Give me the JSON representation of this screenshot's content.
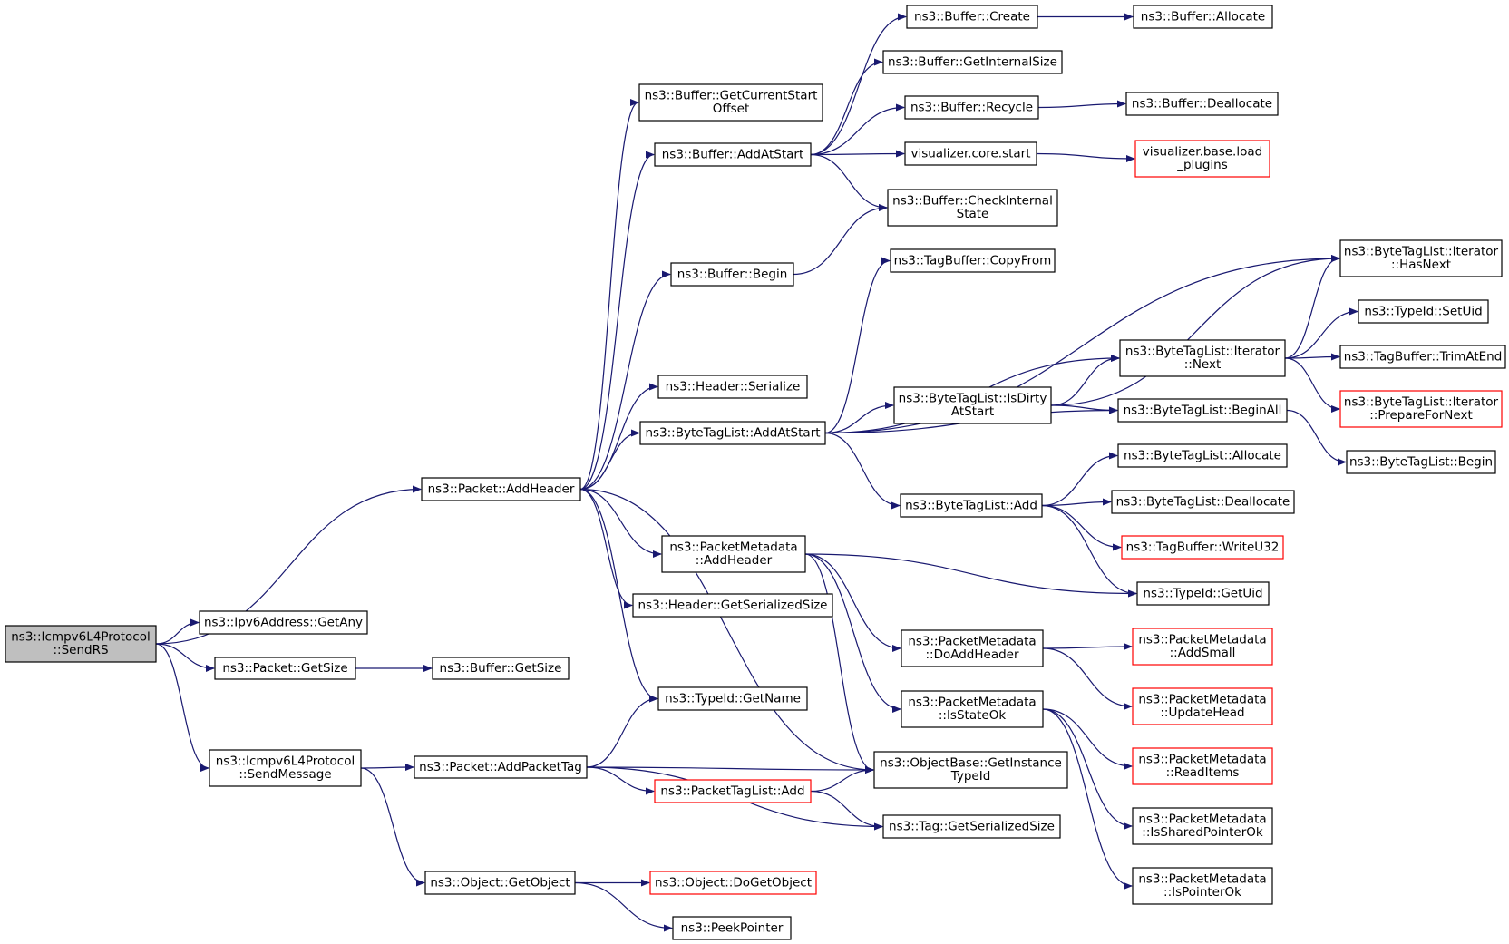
{
  "colors": {
    "edge": "#191970",
    "root_fill": "#bfbfbf",
    "node_border": "#000000",
    "undocumented_border": "#ff0000",
    "background": "#ffffff"
  },
  "nodes": [
    {
      "id": "sendrs",
      "lines": [
        "ns3::Icmpv6L4Protocol",
        "::SendRS"
      ],
      "root": true
    },
    {
      "id": "ipv6any",
      "lines": [
        "ns3::Ipv6Address::GetAny"
      ]
    },
    {
      "id": "pktgetsize",
      "lines": [
        "ns3::Packet::GetSize"
      ]
    },
    {
      "id": "bufgetsize",
      "lines": [
        "ns3::Buffer::GetSize"
      ]
    },
    {
      "id": "sendmessage",
      "lines": [
        "ns3::Icmpv6L4Protocol",
        "::SendMessage"
      ]
    },
    {
      "id": "addpackettag",
      "lines": [
        "ns3::Packet::AddPacketTag"
      ]
    },
    {
      "id": "getobject",
      "lines": [
        "ns3::Object::GetObject"
      ]
    },
    {
      "id": "dogetobject",
      "lines": [
        "ns3::Object::DoGetObject"
      ],
      "undocumented": true
    },
    {
      "id": "peekpointer",
      "lines": [
        "ns3::PeekPointer"
      ]
    },
    {
      "id": "addheader",
      "lines": [
        "ns3::Packet::AddHeader"
      ]
    },
    {
      "id": "getcurrentstart",
      "lines": [
        "ns3::Buffer::GetCurrentStart",
        "Offset"
      ]
    },
    {
      "id": "bufaddatstart",
      "lines": [
        "ns3::Buffer::AddAtStart"
      ]
    },
    {
      "id": "bufbegin",
      "lines": [
        "ns3::Buffer::Begin"
      ]
    },
    {
      "id": "hdrserialize",
      "lines": [
        "ns3::Header::Serialize"
      ]
    },
    {
      "id": "btladdatstart",
      "lines": [
        "ns3::ByteTagList::AddAtStart"
      ]
    },
    {
      "id": "pmaddheader",
      "lines": [
        "ns3::PacketMetadata",
        "::AddHeader"
      ]
    },
    {
      "id": "hdrgetsersize",
      "lines": [
        "ns3::Header::GetSerializedSize"
      ]
    },
    {
      "id": "typeidgetname",
      "lines": [
        "ns3::TypeId::GetName"
      ]
    },
    {
      "id": "pkttaglistadd",
      "lines": [
        "ns3::PacketTagList::Add"
      ],
      "undocumented": true
    },
    {
      "id": "bufcreate",
      "lines": [
        "ns3::Buffer::Create"
      ]
    },
    {
      "id": "bufinternalsize",
      "lines": [
        "ns3::Buffer::GetInternalSize"
      ]
    },
    {
      "id": "bufrecycle",
      "lines": [
        "ns3::Buffer::Recycle"
      ]
    },
    {
      "id": "vizstart",
      "lines": [
        "visualizer.core.start"
      ]
    },
    {
      "id": "bufcheck",
      "lines": [
        "ns3::Buffer::CheckInternal",
        "State"
      ]
    },
    {
      "id": "tbcopyfrom",
      "lines": [
        "ns3::TagBuffer::CopyFrom"
      ]
    },
    {
      "id": "btlisdirty",
      "lines": [
        "ns3::ByteTagList::IsDirty",
        "AtStart"
      ]
    },
    {
      "id": "btladd",
      "lines": [
        "ns3::ByteTagList::Add"
      ]
    },
    {
      "id": "pmdoaddheader",
      "lines": [
        "ns3::PacketMetadata",
        "::DoAddHeader"
      ]
    },
    {
      "id": "pmisstateok",
      "lines": [
        "ns3::PacketMetadata",
        "::IsStateOk"
      ]
    },
    {
      "id": "objbasegetid",
      "lines": [
        "ns3::ObjectBase::GetInstance",
        "TypeId"
      ]
    },
    {
      "id": "taggetsersize",
      "lines": [
        "ns3::Tag::GetSerializedSize"
      ]
    },
    {
      "id": "bufallocate",
      "lines": [
        "ns3::Buffer::Allocate"
      ]
    },
    {
      "id": "bufdeallocate",
      "lines": [
        "ns3::Buffer::Deallocate"
      ]
    },
    {
      "id": "vizloadplugins",
      "lines": [
        "visualizer.base.load",
        "_plugins"
      ],
      "undocumented": true
    },
    {
      "id": "btlitnext",
      "lines": [
        "ns3::ByteTagList::Iterator",
        "::Next"
      ]
    },
    {
      "id": "btlbeginall",
      "lines": [
        "ns3::ByteTagList::BeginAll"
      ]
    },
    {
      "id": "btlallocate",
      "lines": [
        "ns3::ByteTagList::Allocate"
      ]
    },
    {
      "id": "btldeallocate",
      "lines": [
        "ns3::ByteTagList::Deallocate"
      ]
    },
    {
      "id": "tbwriteu32",
      "lines": [
        "ns3::TagBuffer::WriteU32"
      ],
      "undocumented": true
    },
    {
      "id": "typeidgetuid",
      "lines": [
        "ns3::TypeId::GetUid"
      ]
    },
    {
      "id": "pmaddsmall",
      "lines": [
        "ns3::PacketMetadata",
        "::AddSmall"
      ],
      "undocumented": true
    },
    {
      "id": "pmupdatehead",
      "lines": [
        "ns3::PacketMetadata",
        "::UpdateHead"
      ],
      "undocumented": true
    },
    {
      "id": "pmreaditems",
      "lines": [
        "ns3::PacketMetadata",
        "::ReadItems"
      ],
      "undocumented": true
    },
    {
      "id": "pmissharedptr",
      "lines": [
        "ns3::PacketMetadata",
        "::IsSharedPointerOk"
      ]
    },
    {
      "id": "pmispointerok",
      "lines": [
        "ns3::PacketMetadata",
        "::IsPointerOk"
      ]
    },
    {
      "id": "btlithasnext",
      "lines": [
        "ns3::ByteTagList::Iterator",
        "::HasNext"
      ]
    },
    {
      "id": "typeidsetuid",
      "lines": [
        "ns3::TypeId::SetUid"
      ]
    },
    {
      "id": "tbtrimatend",
      "lines": [
        "ns3::TagBuffer::TrimAtEnd"
      ]
    },
    {
      "id": "btlitprepare",
      "lines": [
        "ns3::ByteTagList::Iterator",
        "::PrepareForNext"
      ],
      "undocumented": true
    },
    {
      "id": "btlbegin",
      "lines": [
        "ns3::ByteTagList::Begin"
      ]
    }
  ],
  "edges": [
    [
      "sendrs",
      "addheader"
    ],
    [
      "sendrs",
      "ipv6any"
    ],
    [
      "sendrs",
      "pktgetsize"
    ],
    [
      "sendrs",
      "sendmessage"
    ],
    [
      "pktgetsize",
      "bufgetsize"
    ],
    [
      "sendmessage",
      "addpackettag"
    ],
    [
      "sendmessage",
      "getobject"
    ],
    [
      "getobject",
      "dogetobject"
    ],
    [
      "getobject",
      "peekpointer"
    ],
    [
      "addpackettag",
      "typeidgetname"
    ],
    [
      "addpackettag",
      "objbasegetid"
    ],
    [
      "addpackettag",
      "pkttaglistadd"
    ],
    [
      "addpackettag",
      "taggetsersize"
    ],
    [
      "pkttaglistadd",
      "objbasegetid"
    ],
    [
      "pkttaglistadd",
      "taggetsersize"
    ],
    [
      "addheader",
      "getcurrentstart"
    ],
    [
      "addheader",
      "bufaddatstart"
    ],
    [
      "addheader",
      "bufbegin"
    ],
    [
      "addheader",
      "hdrserialize"
    ],
    [
      "addheader",
      "btladdatstart"
    ],
    [
      "addheader",
      "pmaddheader"
    ],
    [
      "addheader",
      "hdrgetsersize"
    ],
    [
      "addheader",
      "typeidgetname"
    ],
    [
      "addheader",
      "objbasegetid"
    ],
    [
      "bufaddatstart",
      "bufcreate"
    ],
    [
      "bufaddatstart",
      "bufinternalsize"
    ],
    [
      "bufaddatstart",
      "bufrecycle"
    ],
    [
      "bufaddatstart",
      "vizstart"
    ],
    [
      "bufaddatstart",
      "bufcheck"
    ],
    [
      "bufbegin",
      "bufcheck"
    ],
    [
      "bufcreate",
      "bufallocate"
    ],
    [
      "bufrecycle",
      "bufdeallocate"
    ],
    [
      "vizstart",
      "vizloadplugins"
    ],
    [
      "btladdatstart",
      "tbcopyfrom"
    ],
    [
      "btladdatstart",
      "btlithasnext"
    ],
    [
      "btladdatstart",
      "btlitnext"
    ],
    [
      "btladdatstart",
      "btlisdirty"
    ],
    [
      "btladdatstart",
      "btlbeginall"
    ],
    [
      "btladdatstart",
      "btladd"
    ],
    [
      "btlisdirty",
      "btlithasnext"
    ],
    [
      "btlisdirty",
      "btlitnext"
    ],
    [
      "btlisdirty",
      "btlbeginall"
    ],
    [
      "btlitnext",
      "btlithasnext"
    ],
    [
      "btlitnext",
      "typeidsetuid"
    ],
    [
      "btlitnext",
      "tbtrimatend"
    ],
    [
      "btlitnext",
      "btlitprepare"
    ],
    [
      "btlbeginall",
      "btlbegin"
    ],
    [
      "btladd",
      "btlallocate"
    ],
    [
      "btladd",
      "btldeallocate"
    ],
    [
      "btladd",
      "tbwriteu32"
    ],
    [
      "btladd",
      "typeidgetuid"
    ],
    [
      "pmaddheader",
      "typeidgetuid"
    ],
    [
      "pmaddheader",
      "pmdoaddheader"
    ],
    [
      "pmaddheader",
      "pmisstateok"
    ],
    [
      "pmaddheader",
      "objbasegetid"
    ],
    [
      "pmdoaddheader",
      "pmaddsmall"
    ],
    [
      "pmdoaddheader",
      "pmupdatehead"
    ],
    [
      "pmisstateok",
      "pmreaditems"
    ],
    [
      "pmisstateok",
      "pmissharedptr"
    ],
    [
      "pmisstateok",
      "pmispointerok"
    ]
  ]
}
